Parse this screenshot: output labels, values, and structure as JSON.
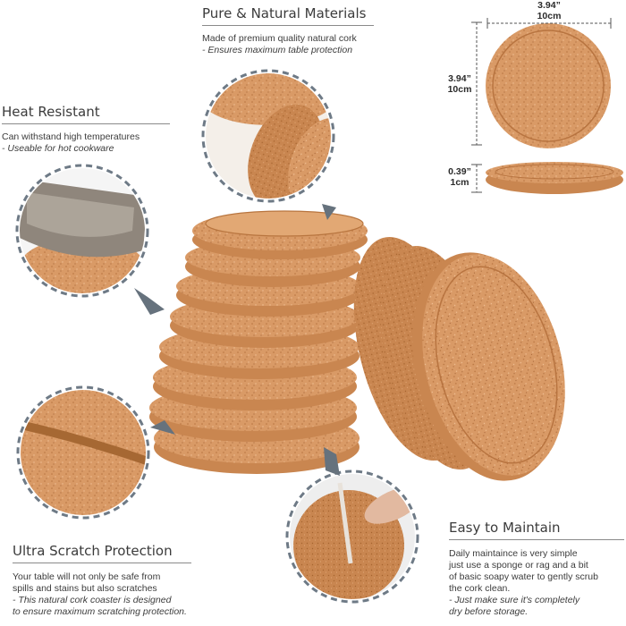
{
  "materials": {
    "heading": "Pure & Natural Materials",
    "line1": "Made of premium quality natural cork",
    "note1": "- Ensures maximum table protection"
  },
  "heat": {
    "heading": "Heat Resistant",
    "line1": "Can withstand high temperatures",
    "note1": "- Useable for hot cookware"
  },
  "scratch": {
    "heading": "Ultra Scratch Protection",
    "line1": "Your table will not only be safe from",
    "line2": "spills and stains but also scratches",
    "note1": "- This natural cork coaster is designed",
    "note2": "to ensure maximum scratching protection."
  },
  "maintain": {
    "heading": "Easy to Maintain",
    "line1": "Daily maintaince is very simple",
    "line2": "just use a sponge or rag and a bit",
    "line3": "of basic soapy water to gently scrub",
    "line4": "the cork clean.",
    "note1": "- Just make sure it's completely",
    "note2": "dry before storage."
  },
  "dimensions": {
    "width_in": "3.94”",
    "width_cm": "10cm",
    "height_in": "3.94”",
    "height_cm": "10cm",
    "thickness_in": "0.39”",
    "thickness_cm": "1cm"
  },
  "colors": {
    "cork": "#d99a66",
    "cork_dark": "#c98650",
    "cork_light": "#e6ae7e",
    "dash_ring": "#6e7a86",
    "pointer": "#66727d"
  }
}
